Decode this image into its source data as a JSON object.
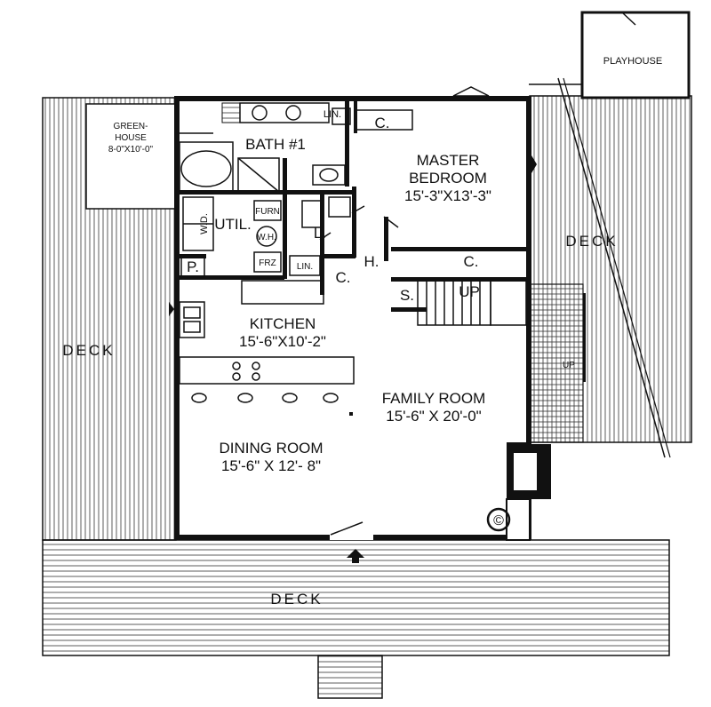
{
  "labels": {
    "playhouse": "PLAYHOUSE",
    "greenhouse_1": "GREEN-",
    "greenhouse_2": "HOUSE",
    "greenhouse_dim": "8-0\"X10'-0\"",
    "bath": "BATH #1",
    "lin_top": "LIN.",
    "closet_top": "C.",
    "master_1": "MASTER",
    "master_2": "BEDROOM",
    "master_dim": "15'-3\"X13'-3\"",
    "deck_right": "DECK",
    "deck_left": "DECK",
    "deck_bottom": "DECK",
    "wd": "W.D.",
    "util": "UTIL.",
    "furn": "FURN",
    "wh": "W.H.",
    "frz": "FRZ",
    "lin_util": "LIN.",
    "l": "L.",
    "h": "H.",
    "p": "P.",
    "c_hall": "C.",
    "c_stair": "C.",
    "s": "S.",
    "up_stair": "UP",
    "up_deck": "UP",
    "kitchen": "KITCHEN",
    "kitchen_dim": "15'-6\"X10'-2\"",
    "family": "FAMILY ROOM",
    "family_dim": "15'-6\" X 20'-0\"",
    "dining": "DINING ROOM",
    "dining_dim": "15'-6\" X 12'- 8\"",
    "copyright": "©"
  }
}
